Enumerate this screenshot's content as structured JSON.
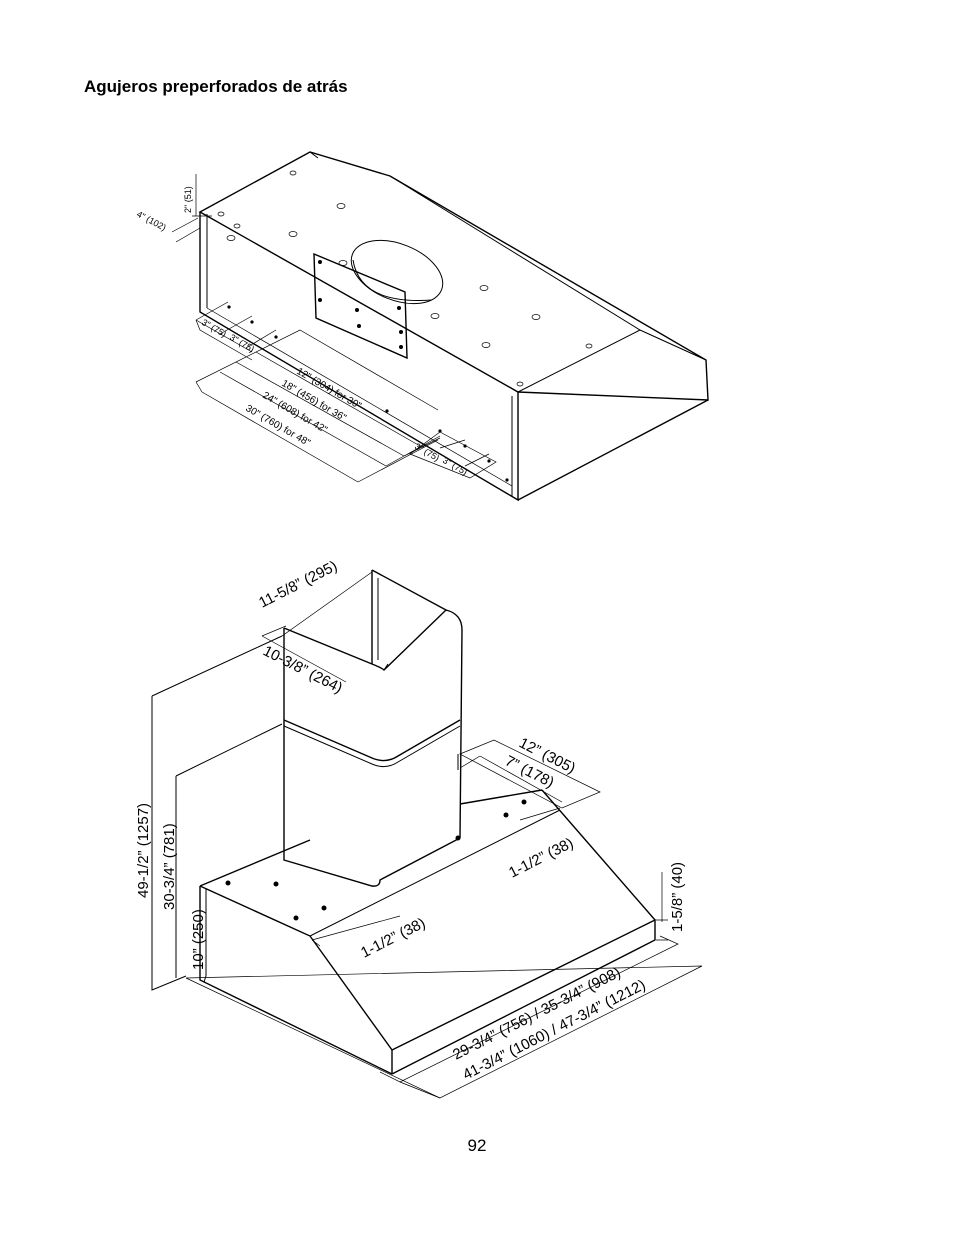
{
  "page": {
    "title": "Agujeros preperforados de atrás",
    "page_number": "92"
  },
  "top_diagram": {
    "dim_2in": "2\" (51)",
    "dim_4in": "4\" (102)",
    "dim_3a": "3\" (75)",
    "dim_3b": "3\" (75)",
    "dim_12": "12\" (304) for 30\"",
    "dim_18": "18\" (456) for 36\"",
    "dim_24": "24\" (608) for 42\"",
    "dim_30": "30\" (760) for 48\"",
    "dim_3c": "3\" (75)",
    "dim_3d": "3\" (75)"
  },
  "bottom_diagram": {
    "dim_chimney_width": "11-5/8” (295)",
    "dim_chimney_depth": "10-3/8” (264)",
    "dim_total_height": "49-1/2” (1257)",
    "dim_min_height": "30-3/4” (781)",
    "dim_hood_height": "10” (250)",
    "dim_depth_12": "12” (305)",
    "dim_depth_7": "7” (178)",
    "dim_offset_back": "1-1/2” (38)",
    "dim_offset_front": "1-1/2” (38)",
    "dim_lip": "1-5/8” (40)",
    "dim_width_small": "29-3/4” (756) / 35-3/4” (908)",
    "dim_width_large": "41-3/4” (1060) / 47-3/4” (1212)"
  }
}
